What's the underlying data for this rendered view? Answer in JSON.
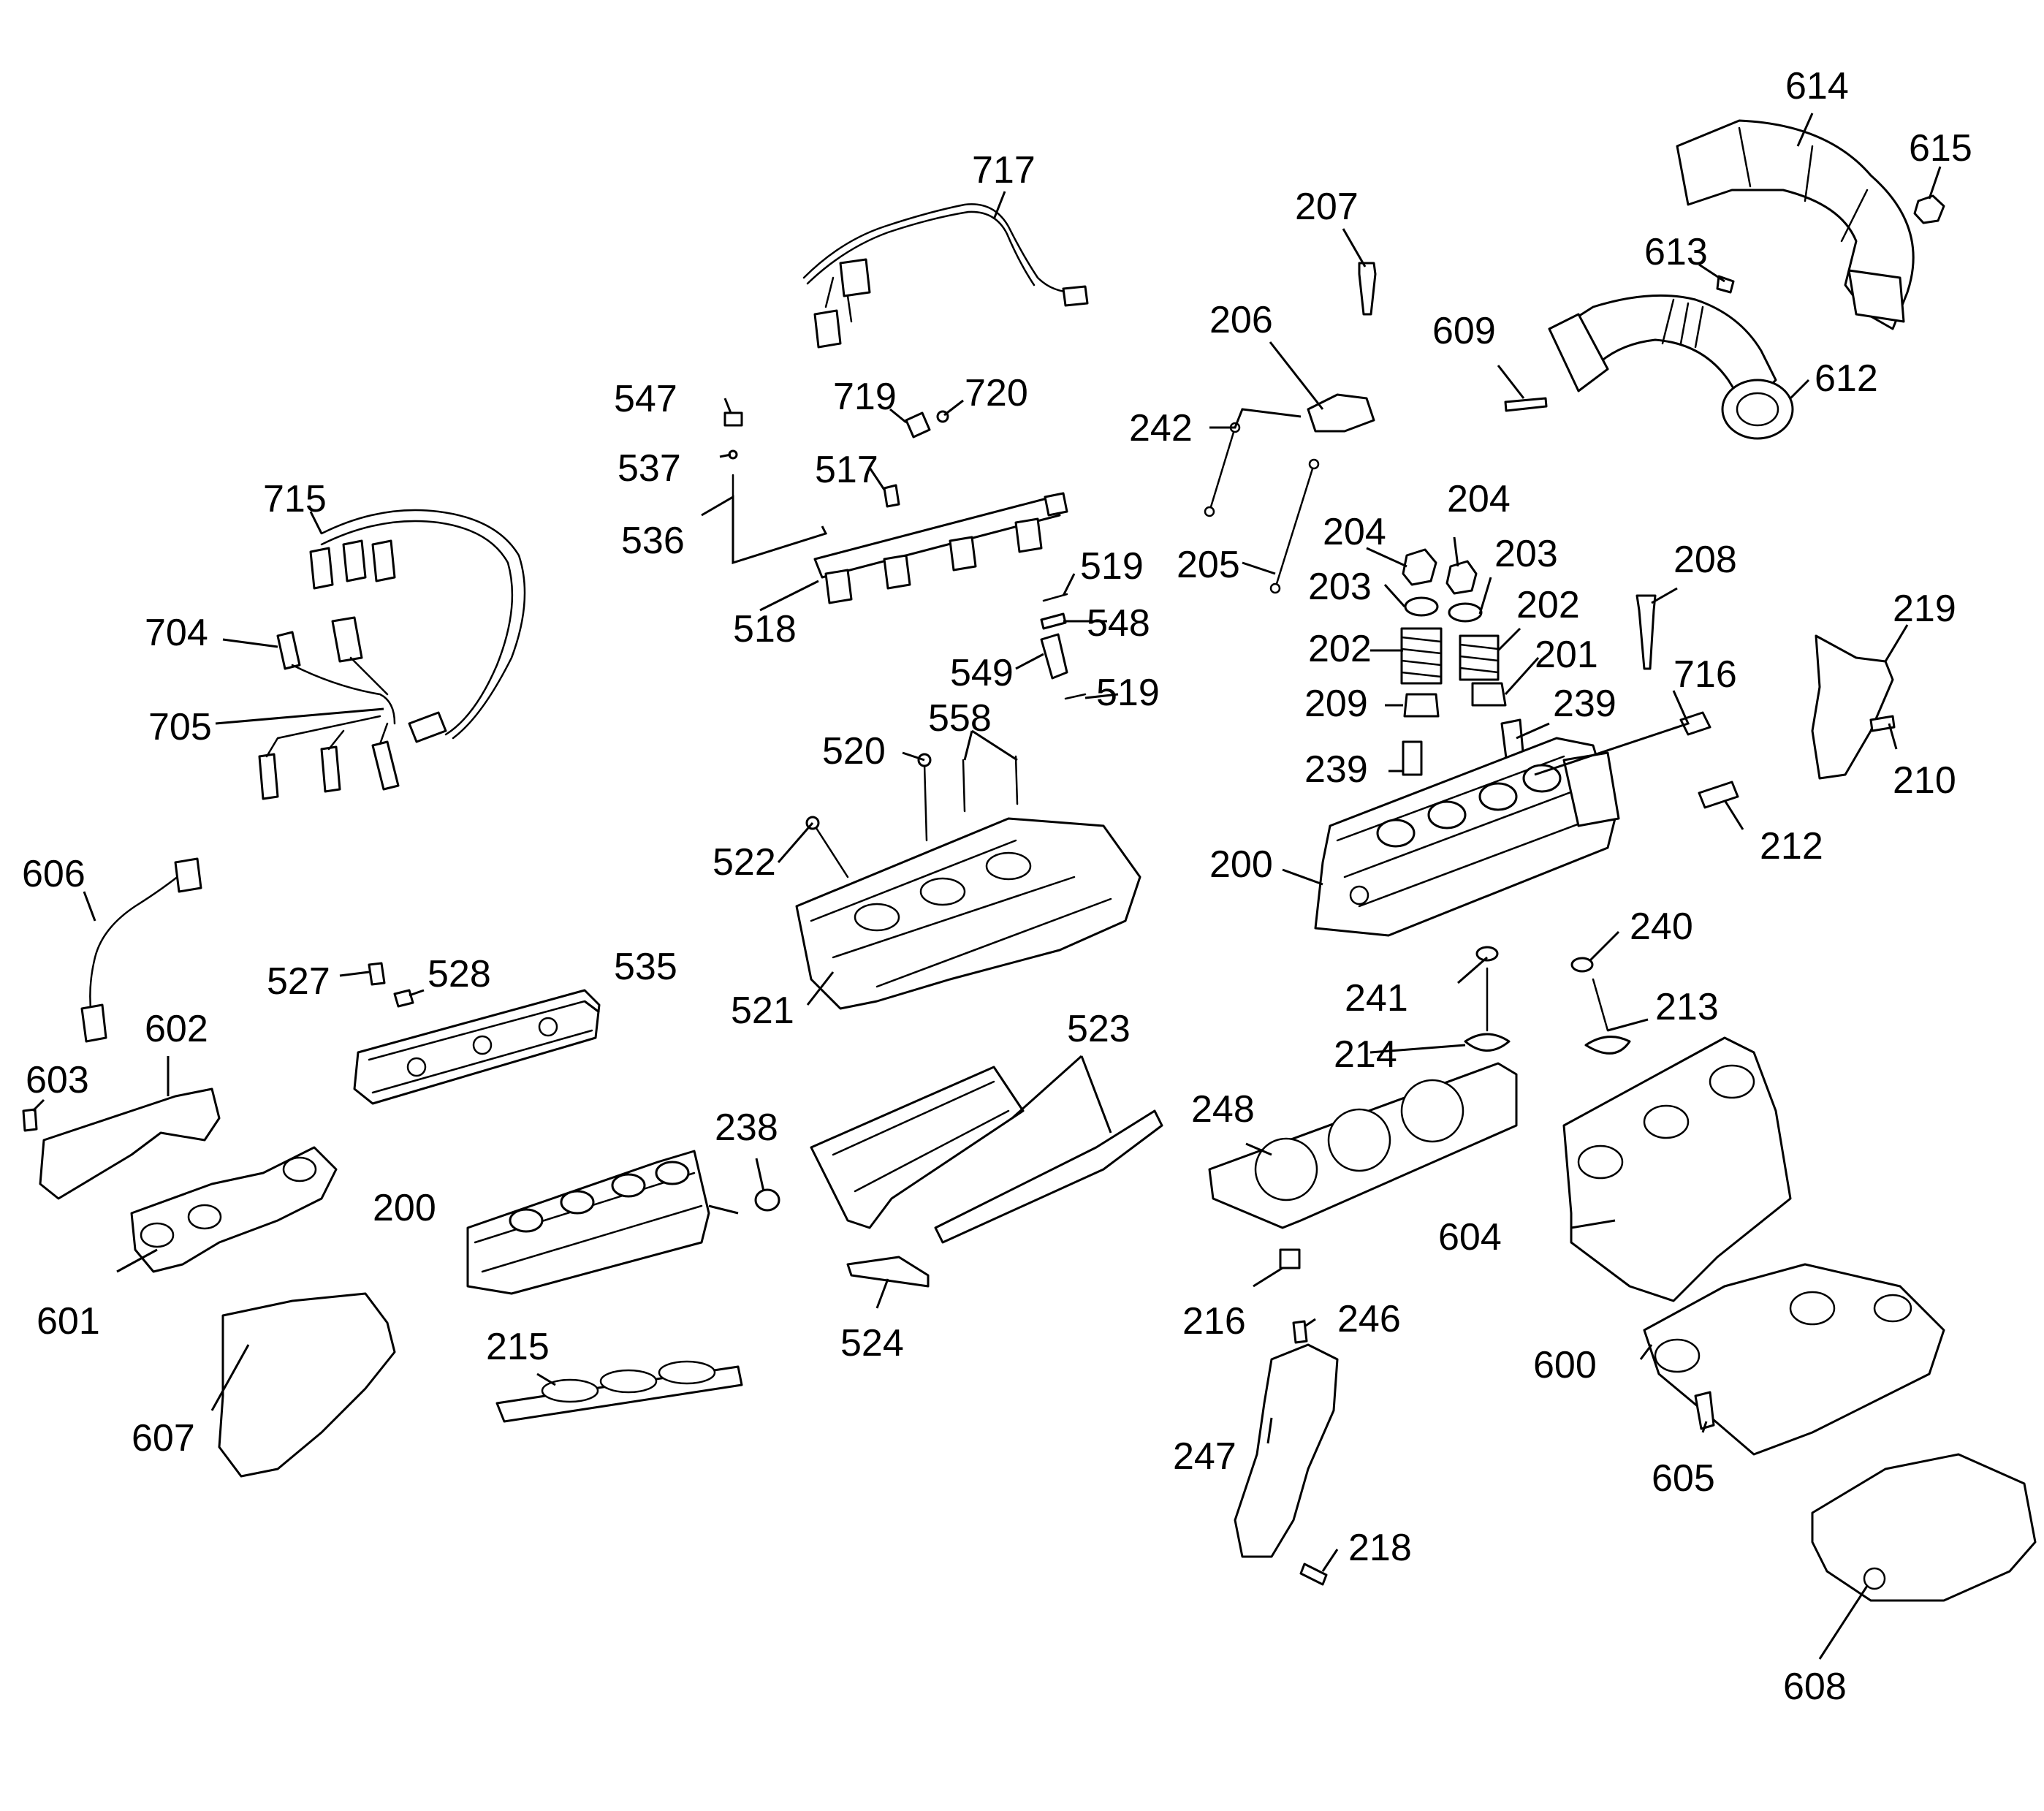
{
  "diagram": {
    "type": "exploded-parts-view",
    "colors": {
      "line": "#000000",
      "background": "#ffffff"
    },
    "callouts": [
      "614",
      "615",
      "717",
      "207",
      "613",
      "609",
      "612",
      "206",
      "547",
      "719",
      "720",
      "242",
      "537",
      "517",
      "715",
      "536",
      "204",
      "204",
      "203",
      "205",
      "519",
      "518",
      "203",
      "208",
      "202",
      "202",
      "548",
      "201",
      "704",
      "219",
      "549",
      "519",
      "716",
      "209",
      "239",
      "558",
      "705",
      "520",
      "239",
      "210",
      "522",
      "212",
      "200",
      "606",
      "240",
      "241",
      "527",
      "528",
      "535",
      "213",
      "521",
      "523",
      "602",
      "214",
      "603",
      "248",
      "238",
      "200",
      "604",
      "601",
      "216",
      "246",
      "524",
      "215",
      "600",
      "607",
      "247",
      "605",
      "218",
      "608"
    ]
  }
}
